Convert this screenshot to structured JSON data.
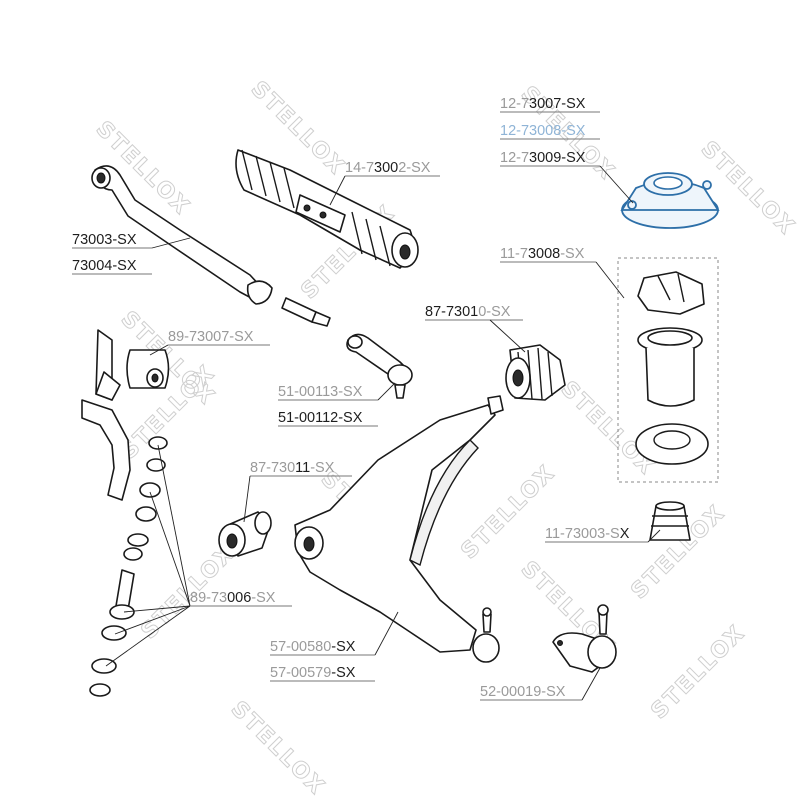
{
  "watermark": {
    "brand": "STELLOX"
  },
  "labels": {
    "l_12_73007": {
      "a": "12-7",
      "b": "3007",
      "c": "-SX"
    },
    "l_12_73008": {
      "a": "12-7",
      "b": "3008",
      "c": "-SX"
    },
    "l_12_73009": {
      "a": "12-7",
      "b": "3009",
      "c": "-SX"
    },
    "l_14_73002": {
      "a": "14-7",
      "b": "300",
      "c": "2-SX"
    },
    "l_73003": {
      "a": "",
      "b": "73003",
      "c": "-SX"
    },
    "l_73004": {
      "a": "",
      "b": "73004",
      "c": "-SX"
    },
    "l_11_73008": {
      "a": "11-7",
      "b": "3008",
      "c": "-SX"
    },
    "l_89_73007": {
      "a": "89-73007-SX",
      "b": "",
      "c": ""
    },
    "l_87_73010": {
      "a": "87-730",
      "b": "1",
      "c": "0-SX"
    },
    "l_51_00113": {
      "a": "51-00113-SX",
      "b": "",
      "c": ""
    },
    "l_51_00112": {
      "a": "51-00112-SX",
      "b": "",
      "c": ""
    },
    "l_87_73011": {
      "a": "87-730",
      "b": "11",
      "c": "-SX"
    },
    "l_11_73003": {
      "a": "11-73003-S",
      "b": "X",
      "c": ""
    },
    "l_89_73006": {
      "a": "89-73",
      "b": "006",
      "c": "-SX"
    },
    "l_57_00580": {
      "a": "57-00580",
      "b": "-SX",
      "c": ""
    },
    "l_57_00579": {
      "a": "57-00579",
      "b": "-SX",
      "c": ""
    },
    "l_52_00019": {
      "a": "52-00019-SX",
      "b": "",
      "c": ""
    }
  }
}
